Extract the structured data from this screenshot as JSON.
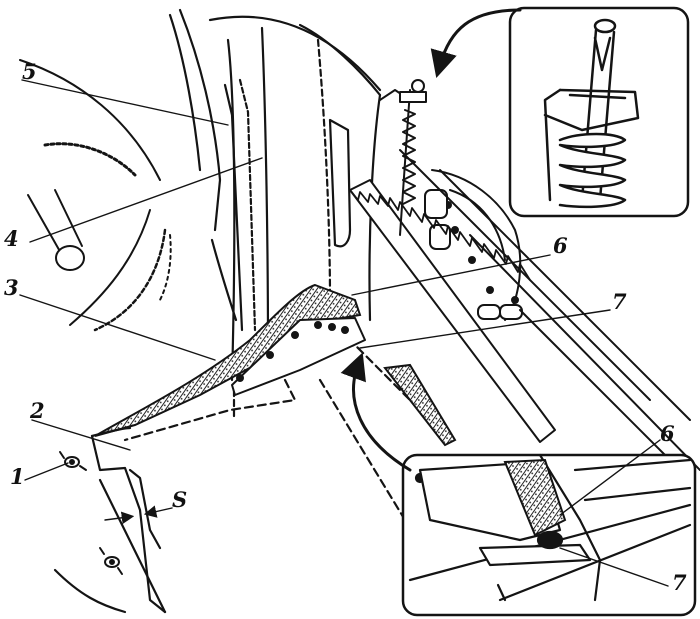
{
  "figure": {
    "labels": {
      "l1": "1",
      "l2": "2",
      "l3": "3",
      "l4": "4",
      "l5": "5",
      "l6_top": "6",
      "l6_inset": "6",
      "l7_top": "7",
      "l7_inset": "7",
      "gap": "S"
    },
    "colors": {
      "ink": "#141414",
      "paper": "#ffffff"
    }
  }
}
